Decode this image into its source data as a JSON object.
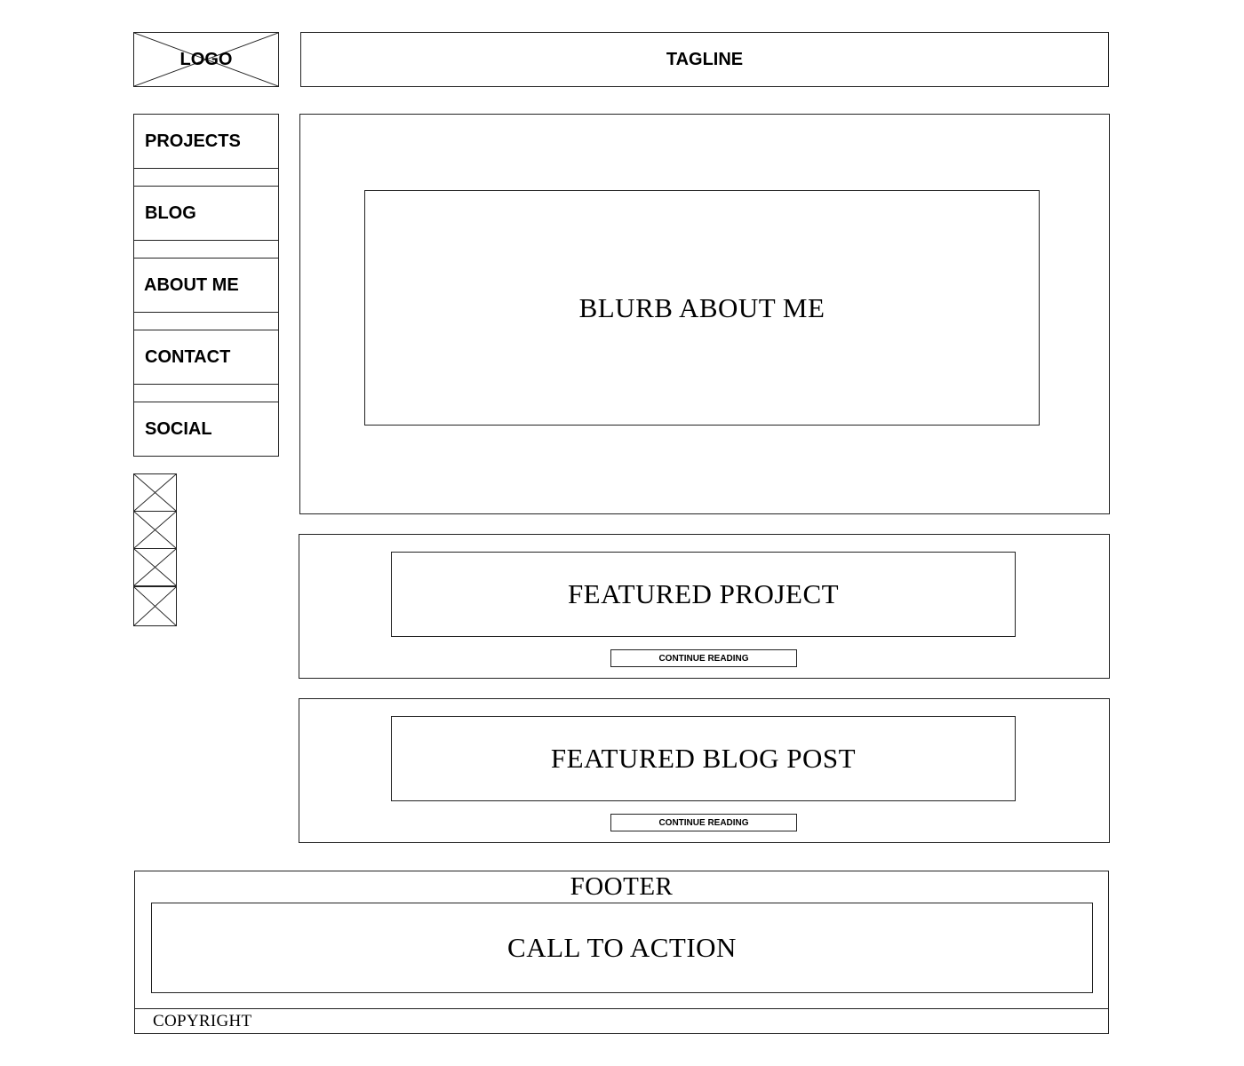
{
  "header": {
    "logo_label": "LOGO",
    "tagline": "TAGLINE"
  },
  "nav": {
    "items": [
      {
        "label": "PROJECTS"
      },
      {
        "label": "BLOG"
      },
      {
        "label": "ABOUT ME"
      },
      {
        "label": "CONTACT"
      },
      {
        "label": "SOCIAL"
      }
    ]
  },
  "social_icons": [
    "image-placeholder-icon",
    "image-placeholder-icon",
    "image-placeholder-icon",
    "image-placeholder-icon"
  ],
  "main": {
    "blurb": "BLURB ABOUT ME",
    "featured_project": {
      "title": "FEATURED PROJECT",
      "button_label": "CONTINUE READING"
    },
    "featured_blog": {
      "title": "FEATURED BLOG POST",
      "button_label": "CONTINUE READING"
    }
  },
  "footer": {
    "title": "FOOTER",
    "cta": "CALL TO ACTION",
    "copyright": "COPYRIGHT"
  }
}
